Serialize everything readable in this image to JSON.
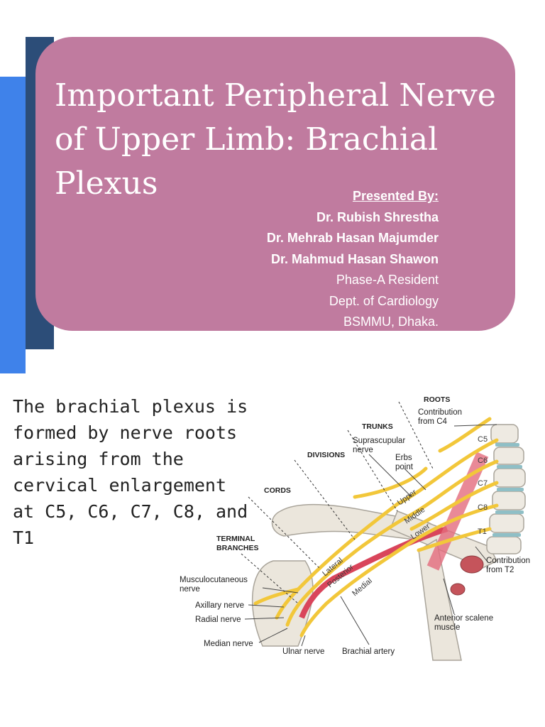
{
  "slide": {
    "title": "Important Peripheral Nerve of Upper Limb: Brachial Plexus",
    "presented_by": "Presented By:",
    "presenters": [
      "Dr. Rubish Shrestha",
      "Dr. Mehrab Hasan Majumder",
      "Dr. Mahmud Hasan Shawon"
    ],
    "affiliation": [
      "Phase-A Resident",
      "Dept. of Cardiology",
      "BSMMU, Dhaka."
    ],
    "body_text": "The brachial plexus is formed by nerve roots arising from the cervical enlargement at C5, C6, C7, C8, and T1"
  },
  "diagram": {
    "headings": {
      "roots": "ROOTS",
      "trunks": "TRUNKS",
      "divisions": "DIVISIONS",
      "cords": "CORDS",
      "terminal": "TERMINAL BRANCHES"
    },
    "labels": {
      "contrib_c4": "Contribution from C4",
      "suprascapular": "Suprascupular nerve",
      "erbs": "Erbs point",
      "contrib_t2": "Contribution from T2",
      "musculocutaneous": "Musculocutaneous nerve",
      "axillary": "Axillary nerve",
      "radial": "Radial nerve",
      "median": "Median nerve",
      "ulnar": "Ulnar nerve",
      "brachial_artery": "Brachial artery",
      "anterior_scalene": "Anterior scalene muscle"
    },
    "roots": [
      "C5",
      "C6",
      "C7",
      "C8",
      "T1"
    ],
    "trunks": [
      "Upper",
      "Middle",
      "Lower"
    ],
    "cords": [
      "Lateral",
      "Posterior",
      "Medial"
    ]
  },
  "colors": {
    "panel": "#c07b9f",
    "accent_dark": "#2c4d78",
    "accent_light": "#3f82ea",
    "nerve": "#f2c73a",
    "artery": "#d9455b"
  }
}
